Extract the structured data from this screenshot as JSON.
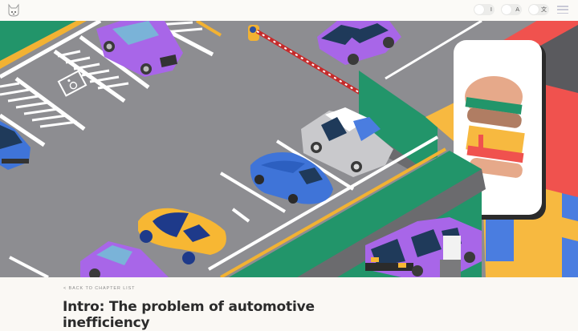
{
  "header": {
    "logo_icon": "cat-logo-icon",
    "toggles": [
      {
        "name": "text-cursor-toggle",
        "glyph": "I",
        "state": "off"
      },
      {
        "name": "font-size-toggle",
        "glyph": "A",
        "state": "off"
      },
      {
        "name": "translate-toggle",
        "glyph": "文",
        "state": "off"
      }
    ],
    "menu_icon": "hamburger-menu-icon"
  },
  "hero": {
    "illustration": "isometric-parking-lot-with-burger-restaurant",
    "colors": {
      "asphalt": "#8d8d91",
      "lane_white": "#ffffff",
      "curb_yellow": "#f2b233",
      "grass_green": "#22956a",
      "car_purple": "#a866e8",
      "car_blue": "#3f74d8",
      "car_yellow": "#f7b733",
      "car_silver": "#c9c9cc",
      "building_red": "#f0524e",
      "building_yellow": "#f7b940",
      "building_blue": "#4a7de0",
      "sign_white": "#ffffff",
      "burger_bun": "#e6a98a",
      "burger_patty": "#b07d63",
      "burger_lettuce": "#22956a"
    }
  },
  "content": {
    "breadcrumb": "< Back to chapter list",
    "title": "Intro: The problem of automotive inefficiency"
  },
  "colors": {
    "page_background": "#faf8f4",
    "title_text": "#2b2b2b",
    "breadcrumb_text": "#8a8a8a"
  }
}
